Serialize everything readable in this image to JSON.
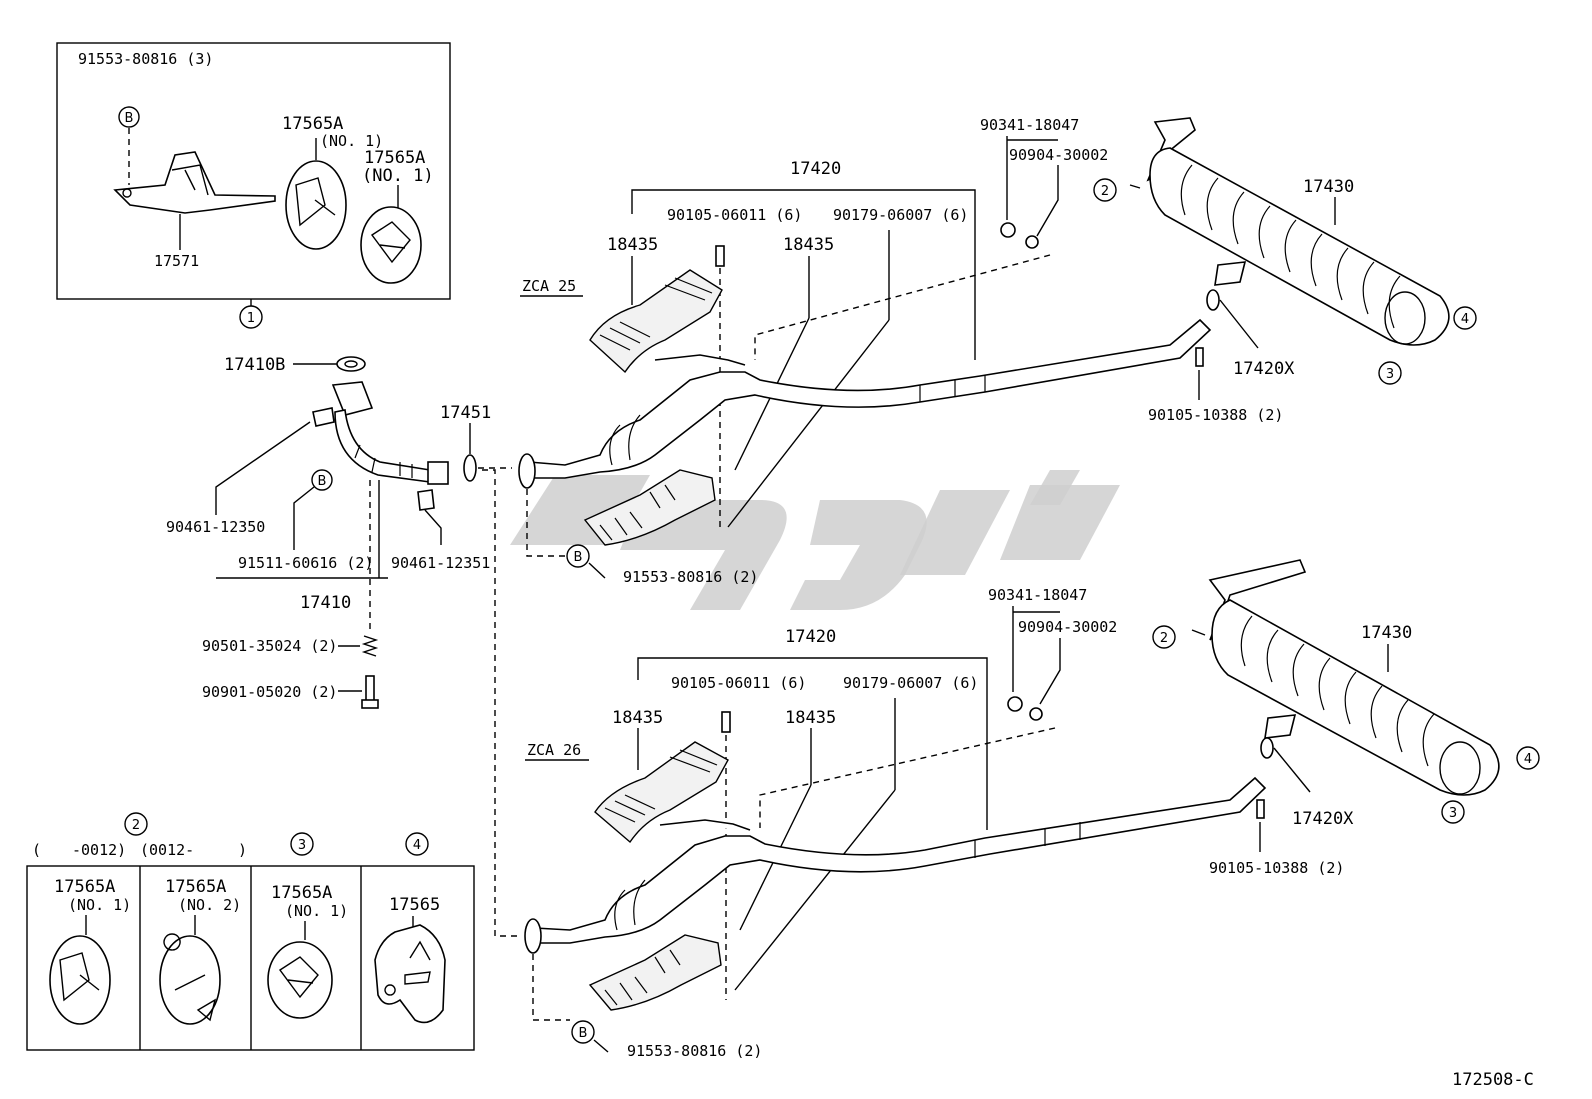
{
  "diagram": {
    "drawing_number": "172508-C",
    "watermark_text": "لوازم",
    "inset_mounts": {
      "callout": "1",
      "labels": [
        "91553-80816 (3)",
        "17565A",
        "(NO. 1)",
        "17565A",
        "(NO. 1)",
        "17571"
      ],
      "callout_B": "B"
    },
    "front_pipe": {
      "labels": [
        "17410B",
        "17451",
        "90461-12350",
        "91511-60616 (2)",
        "90461-12351",
        "17410",
        "90501-35024 (2)",
        "90901-05020 (2)"
      ],
      "callout_B": "B",
      "bottom_ref": "91553-80816 (2)"
    },
    "zca25": {
      "model": "ZCA 25",
      "labels": [
        "17420",
        "90105-06011 (6)",
        "90179-06007 (6)",
        "18435",
        "18435",
        "90341-18047",
        "90904-30002",
        "17430",
        "17420X",
        "90105-10388 (2)"
      ],
      "callouts": [
        "2",
        "4",
        "3"
      ]
    },
    "zca26": {
      "model": "ZCA 26",
      "labels": [
        "17420",
        "90105-06011 (6)",
        "90179-06007 (6)",
        "18435",
        "18435",
        "90341-18047",
        "90904-30002",
        "17430",
        "17420X",
        "90105-10388 (2)"
      ],
      "callouts": [
        "2",
        "4",
        "3"
      ],
      "bottom_ref": "91553-80816 (2)",
      "callout_B": "B"
    },
    "hanger_table": {
      "headers": [
        "2",
        "3",
        "4"
      ],
      "date_range": [
        "(",
        "-0012)",
        "(0012-",
        ")"
      ],
      "cells": [
        {
          "part": "17565A",
          "sub": "(NO. 1)"
        },
        {
          "part": "17565A",
          "sub": "(NO. 2)"
        },
        {
          "part": "17565A",
          "sub": "(NO. 1)"
        },
        {
          "part": "17565",
          "sub": ""
        }
      ]
    }
  }
}
